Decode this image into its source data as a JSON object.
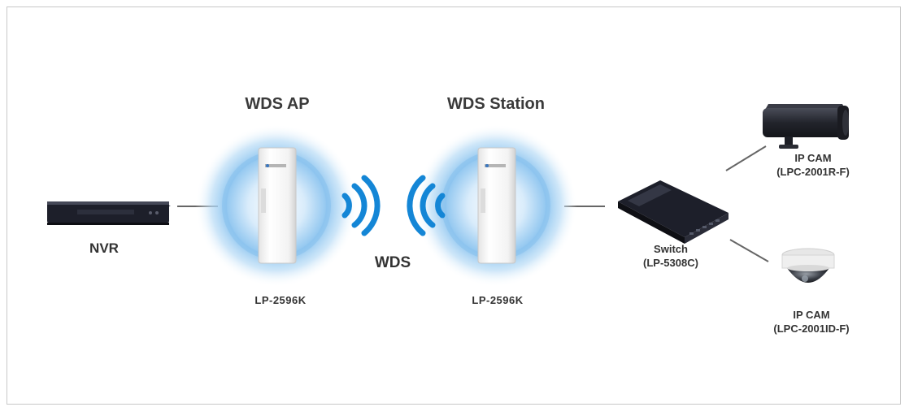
{
  "labels": {
    "wds_ap_title": "WDS AP",
    "wds_station_title": "WDS Station",
    "nvr": "NVR",
    "wds_link": "WDS",
    "ap_model": "LP-2596K",
    "station_model": "LP-2596K",
    "switch_name": "Switch",
    "switch_model": "(LP-5308C)",
    "cam1_name": "IP CAM",
    "cam1_model": "(LPC-2001R-F)",
    "cam2_name": "IP CAM",
    "cam2_model": "(LPC-2001ID-F)"
  },
  "colors": {
    "glow": "#6fb4e8",
    "wifi": "#1486d6",
    "line": "#666666",
    "device_dark": "#1d1f2a"
  }
}
